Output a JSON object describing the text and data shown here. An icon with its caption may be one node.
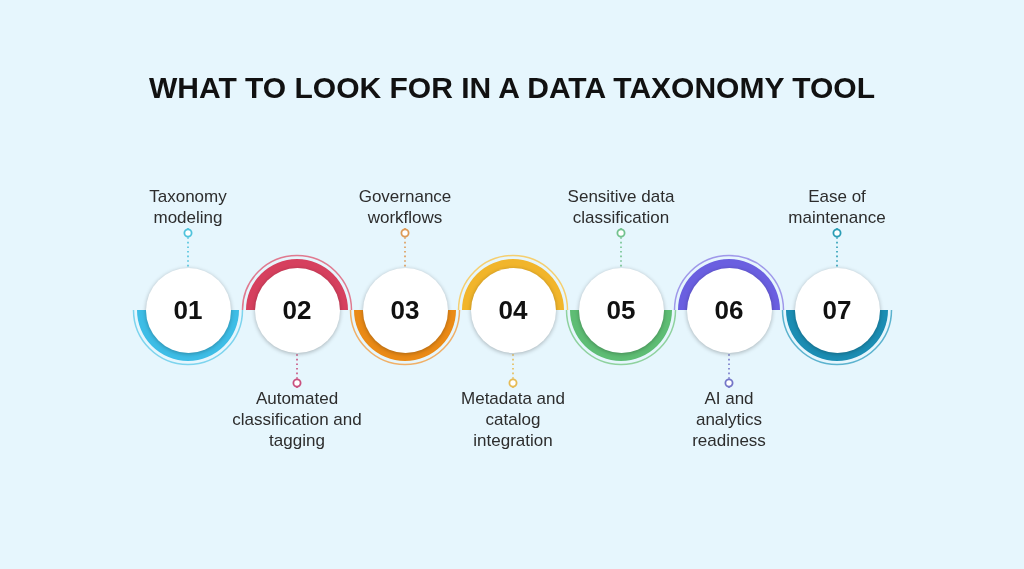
{
  "diagram": {
    "title": "WHAT TO LOOK FOR IN A DATA TAXONOMY TOOL",
    "nodes": [
      {
        "text": [
          "01"
        ]
      },
      {
        "text": [
          "02"
        ]
      },
      {
        "text": [
          "03"
        ]
      },
      {
        "text": [
          "04"
        ]
      },
      {
        "text": [
          "05"
        ]
      },
      {
        "text": [
          "06"
        ]
      },
      {
        "text": [
          "07"
        ]
      },
      {
        "text": [
          "Taxonomy modeling"
        ]
      },
      {
        "text": [
          "Automated classification and tagging"
        ]
      },
      {
        "text": [
          "Governance workflows"
        ]
      },
      {
        "text": [
          "Metadata and catalog integration"
        ]
      },
      {
        "text": [
          "Sensitive data classification"
        ]
      },
      {
        "text": [
          "AI and analytics readiness"
        ]
      },
      {
        "text": [
          "Ease of maintenance"
        ]
      }
    ],
    "edges": [
      {
        "from": 7,
        "to": 0,
        "arrow": "other",
        "style": "dashed",
        "color": "#4fc3dc"
      },
      {
        "from": 8,
        "to": 1,
        "arrow": "other",
        "style": "dashed",
        "color": "#c9507e"
      },
      {
        "from": 9,
        "to": 2,
        "arrow": "other",
        "style": "dashed",
        "color": "#dd9a55"
      },
      {
        "from": 10,
        "to": 3,
        "arrow": "other",
        "style": "dashed",
        "color": "#e6bb55"
      },
      {
        "from": 11,
        "to": 4,
        "arrow": "other",
        "style": "dashed",
        "color": "#72c28e"
      },
      {
        "from": 12,
        "to": 5,
        "arrow": "other",
        "style": "dashed",
        "color": "#7476c8"
      },
      {
        "from": 13,
        "to": 6,
        "arrow": "other",
        "style": "dashed",
        "color": "#2a9db5"
      }
    ]
  }
}
